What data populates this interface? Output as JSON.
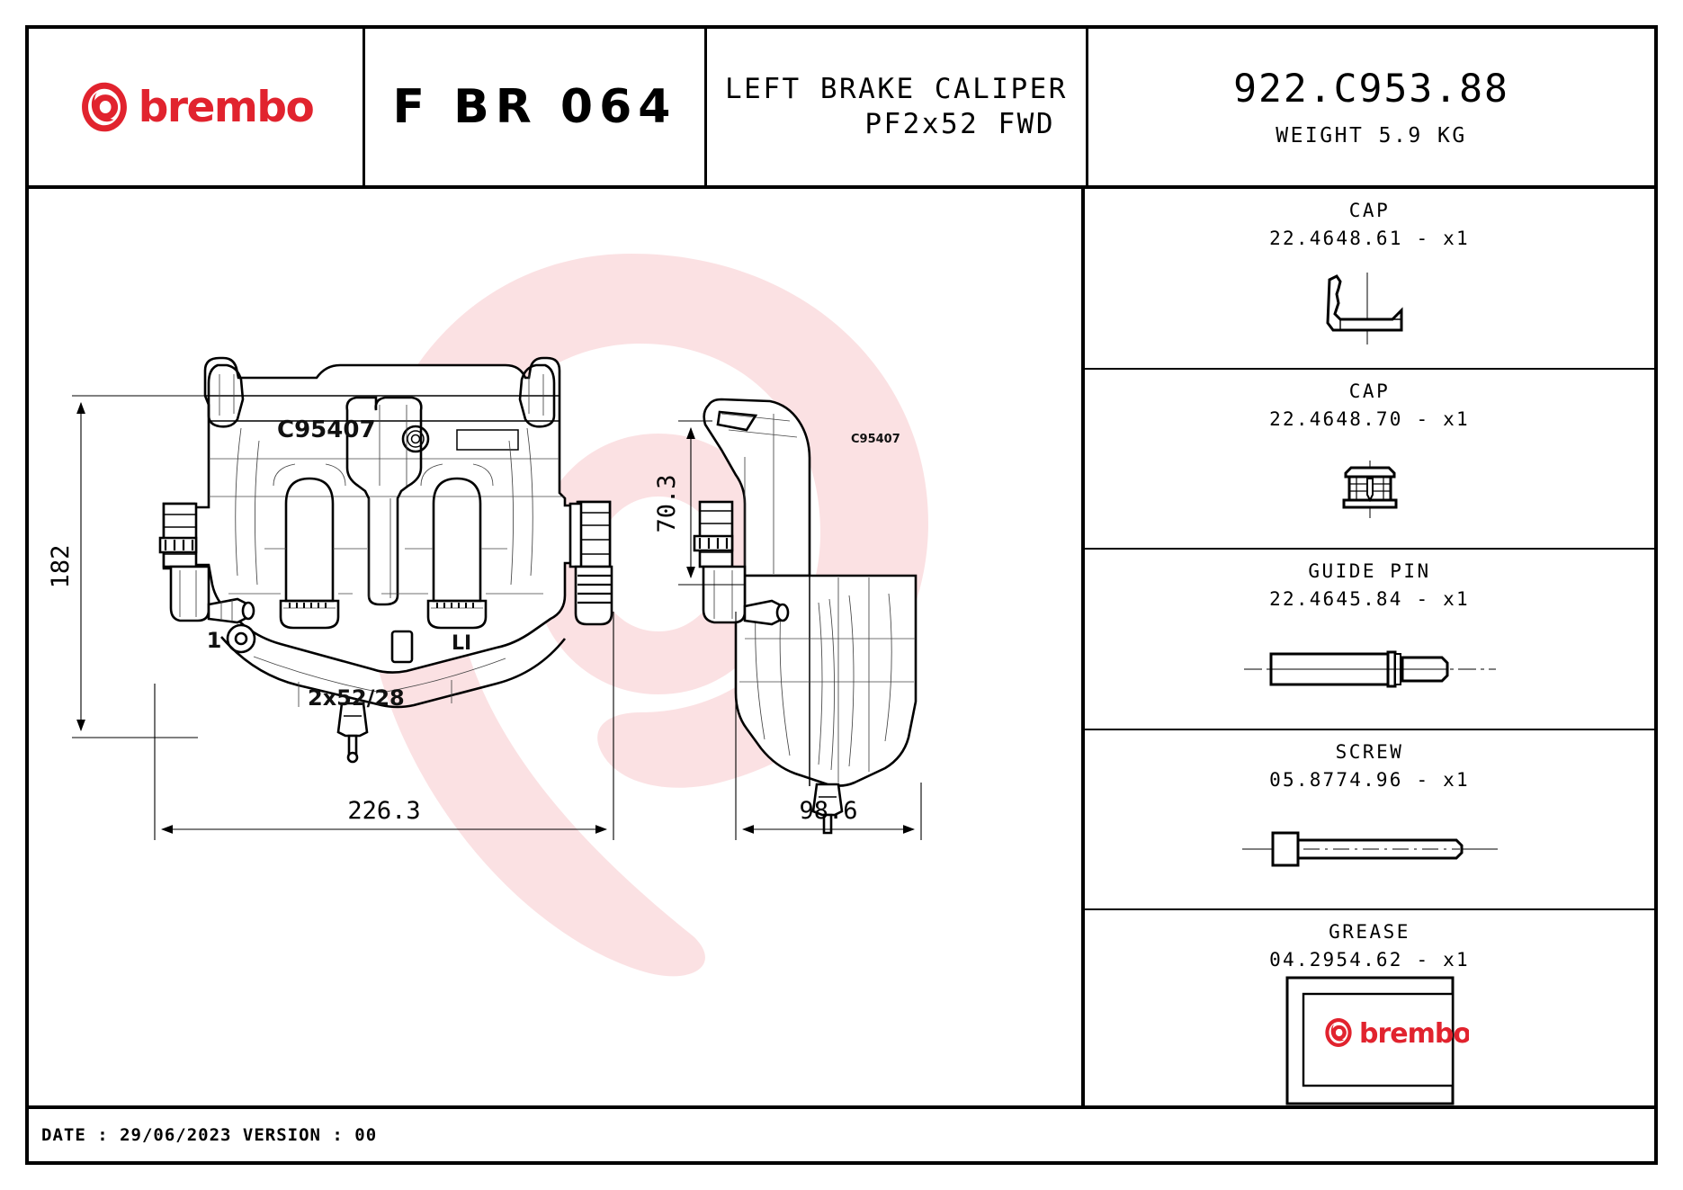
{
  "brand": {
    "name": "brembo",
    "color": "#e1232e"
  },
  "header": {
    "code": "F BR 064",
    "description_line1": "LEFT BRAKE CALIPER",
    "description_line2": "PF2x52 FWD",
    "part_number": "922.C953.88",
    "weight": "WEIGHT 5.9 KG"
  },
  "parts": [
    {
      "name": "CAP",
      "code": "22.4648.61 - x1",
      "icon": "cap-bracket-icon"
    },
    {
      "name": "CAP",
      "code": "22.4648.70 - x1",
      "icon": "cap-plug-icon"
    },
    {
      "name": "GUIDE PIN",
      "code": "22.4645.84 - x1",
      "icon": "guide-pin-icon"
    },
    {
      "name": "SCREW",
      "code": "05.8774.96 - x1",
      "icon": "screw-icon"
    },
    {
      "name": "GREASE",
      "code": "04.2954.62 - x1",
      "icon": "grease-tube-icon"
    }
  ],
  "drawing": {
    "front_view": {
      "body_code": "C95407",
      "piston_spec": "2x52/28",
      "marker_1": "1",
      "marker_li": "LI",
      "height_dim": "182",
      "width_dim": "226.3"
    },
    "side_view": {
      "body_code": "C95407",
      "height_dim": "70.3",
      "width_dim": "98.6"
    }
  },
  "footer": {
    "text": "DATE : 29/06/2023 VERSION : 00"
  }
}
